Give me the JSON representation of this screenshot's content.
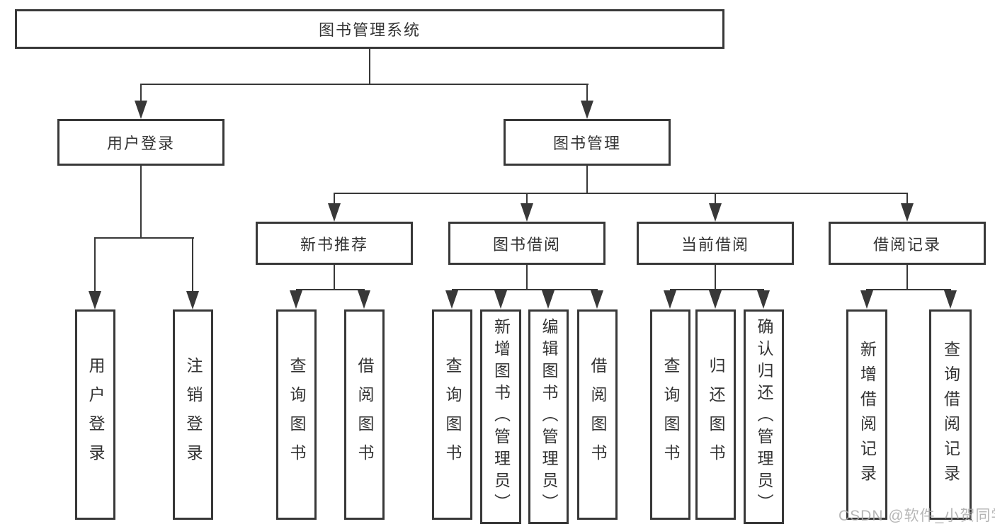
{
  "tree": {
    "root": "图书管理系统",
    "level2": [
      "用户登录",
      "图书管理"
    ],
    "level3": [
      "新书推荐",
      "图书借阅",
      "当前借阅",
      "借阅记录"
    ],
    "groups": {
      "userLogin": [
        "用户登录",
        "注销登录"
      ],
      "newBook": [
        "查询图书",
        "借阅图书"
      ],
      "bookBorrow": [
        "查询图书",
        "新增图书（管理员）",
        "编辑图书（管理员）",
        "借阅图书"
      ],
      "currentBorrow": [
        "查询图书",
        "归还图书",
        "确认归还（管理员）"
      ],
      "borrowRecord": [
        "新增借阅记录",
        "查询借阅记录"
      ]
    }
  },
  "watermark": "CSDN @软件_小贺同学",
  "colors": {
    "line": "#383838",
    "text": "#333333",
    "watermark": "#aaaaaa",
    "bg": "#ffffff"
  }
}
